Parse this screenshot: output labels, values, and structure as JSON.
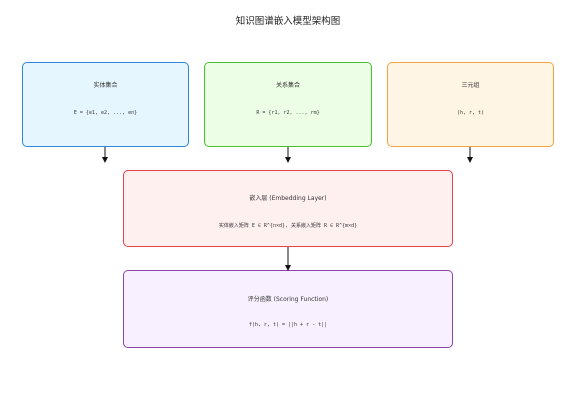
{
  "title": "知识图谱嵌入模型架构图",
  "boxes": {
    "entity": {
      "title": "实体集合",
      "body": "E = {e1, e2, ..., en}"
    },
    "relation": {
      "title": "关系集合",
      "body": "R = {r1, r2, ..., rm}"
    },
    "triple": {
      "title": "三元组",
      "body": "(h, r, t)"
    },
    "embedding": {
      "title": "嵌入层 (Embedding Layer)",
      "body": "实体嵌入矩阵 E ∈ R^{n×d}, 关系嵌入矩阵 R ∈ R^{m×d}"
    },
    "scoring": {
      "title": "评分函数 (Scoring Function)",
      "body": "f(h, r, t) = ||h + r - t||"
    }
  },
  "colors": {
    "entity_border": "#2e86de",
    "entity_fill": "#e6f6ff",
    "relation_border": "#49c02d",
    "relation_fill": "#ecffe6",
    "triple_border": "#f4a340",
    "triple_fill": "#fff5e4",
    "embedding_border": "#e5424c",
    "embedding_fill": "#fff0f0",
    "scoring_border": "#8e44ad",
    "scoring_fill": "#f8f0ff",
    "arrow": "#111111"
  }
}
